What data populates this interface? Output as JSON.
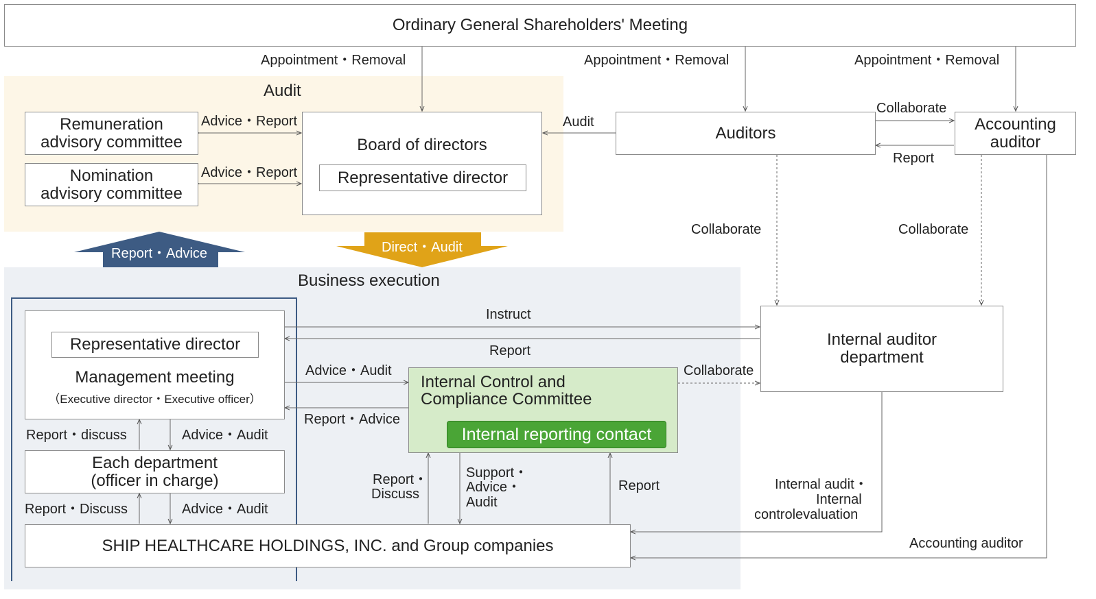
{
  "colors": {
    "audit_bg": "#fdf6e7",
    "exec_bg": "#edf0f4",
    "blue_arrow": "#3d5b83",
    "gold_arrow": "#e0a318",
    "green_box": "#d6ebc9",
    "green_badge": "#4aa536",
    "exec_border": "#3d5b83"
  },
  "shareholders": "Ordinary General Shareholders' Meeting",
  "appoint_labels": [
    "Appointment・Removal",
    "Appointment・Removal",
    "Appointment・Removal"
  ],
  "audit_panel": {
    "title": "Audit",
    "remuneration": [
      "Remuneration",
      "advisory committee"
    ],
    "nomination": [
      "Nomination",
      "advisory committee"
    ],
    "advice_report_1": "Advice・Report",
    "advice_report_2": "Advice・Report",
    "board": "Board of directors",
    "board_rep": "Representative director"
  },
  "auditors": "Auditors",
  "accounting_auditor": [
    "Accounting",
    "auditor"
  ],
  "audit_label": "Audit",
  "collaborate_top": "Collaborate",
  "report_top": "Report",
  "collaborate_left": "Collaborate",
  "collaborate_right": "Collaborate",
  "arrow_report_advice": "Report・Advice",
  "arrow_direct_audit": "Direct・Audit",
  "exec_panel": {
    "title": "Business execution",
    "rep_director": "Representative director",
    "mgmt_meeting": "Management meeting",
    "mgmt_sub": "（Executive director・Executive officer）",
    "report_discuss_1": "Report・discuss",
    "advice_audit_1": "Advice・Audit",
    "dept": [
      "Each department",
      "(officer in charge)"
    ],
    "report_discuss_2": "Report・Discuss",
    "advice_audit_2": "Advice・Audit",
    "group": "SHIP HEALTHCARE HOLDINGS, INC. and Group companies",
    "advice_audit_ic": "Advice・Audit",
    "report_advice_ic": "Report・Advice",
    "ic_title": [
      "Internal Control and",
      "Compliance Committee"
    ],
    "ic_contact": "Internal reporting contact",
    "report_discuss_ic": [
      "Report・",
      "Discuss"
    ],
    "support_advice_audit": [
      "Support・",
      "Advice・",
      "Audit"
    ],
    "report_ic": "Report"
  },
  "instruct": "Instruct",
  "report_mid": "Report",
  "collaborate_ic": "Collaborate",
  "internal_auditor": [
    "Internal auditor",
    "department"
  ],
  "internal_audit_label": [
    "Internal audit・",
    "Internal",
    "controlevaluation"
  ],
  "accounting_auditor_label": "Accounting auditor"
}
